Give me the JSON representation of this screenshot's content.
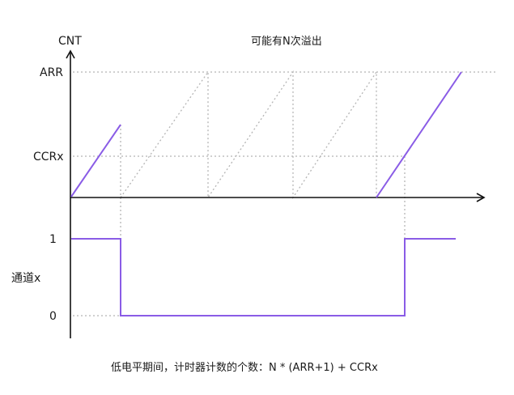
{
  "colors": {
    "signal": "#8a5ce6",
    "axis": "#111111",
    "guide": "#b5b5b5"
  },
  "counter_plot": {
    "y_axis_label": "CNT",
    "title": "可能有N次溢出",
    "levels": {
      "arr": "ARR",
      "ccrx": "CCRx"
    }
  },
  "channel_plot": {
    "y_axis_label": "通道x",
    "levels": {
      "high": "1",
      "low": "0"
    }
  },
  "caption": "低电平期间，计时器计数的个数：N * (ARR+1) + CCRx"
}
